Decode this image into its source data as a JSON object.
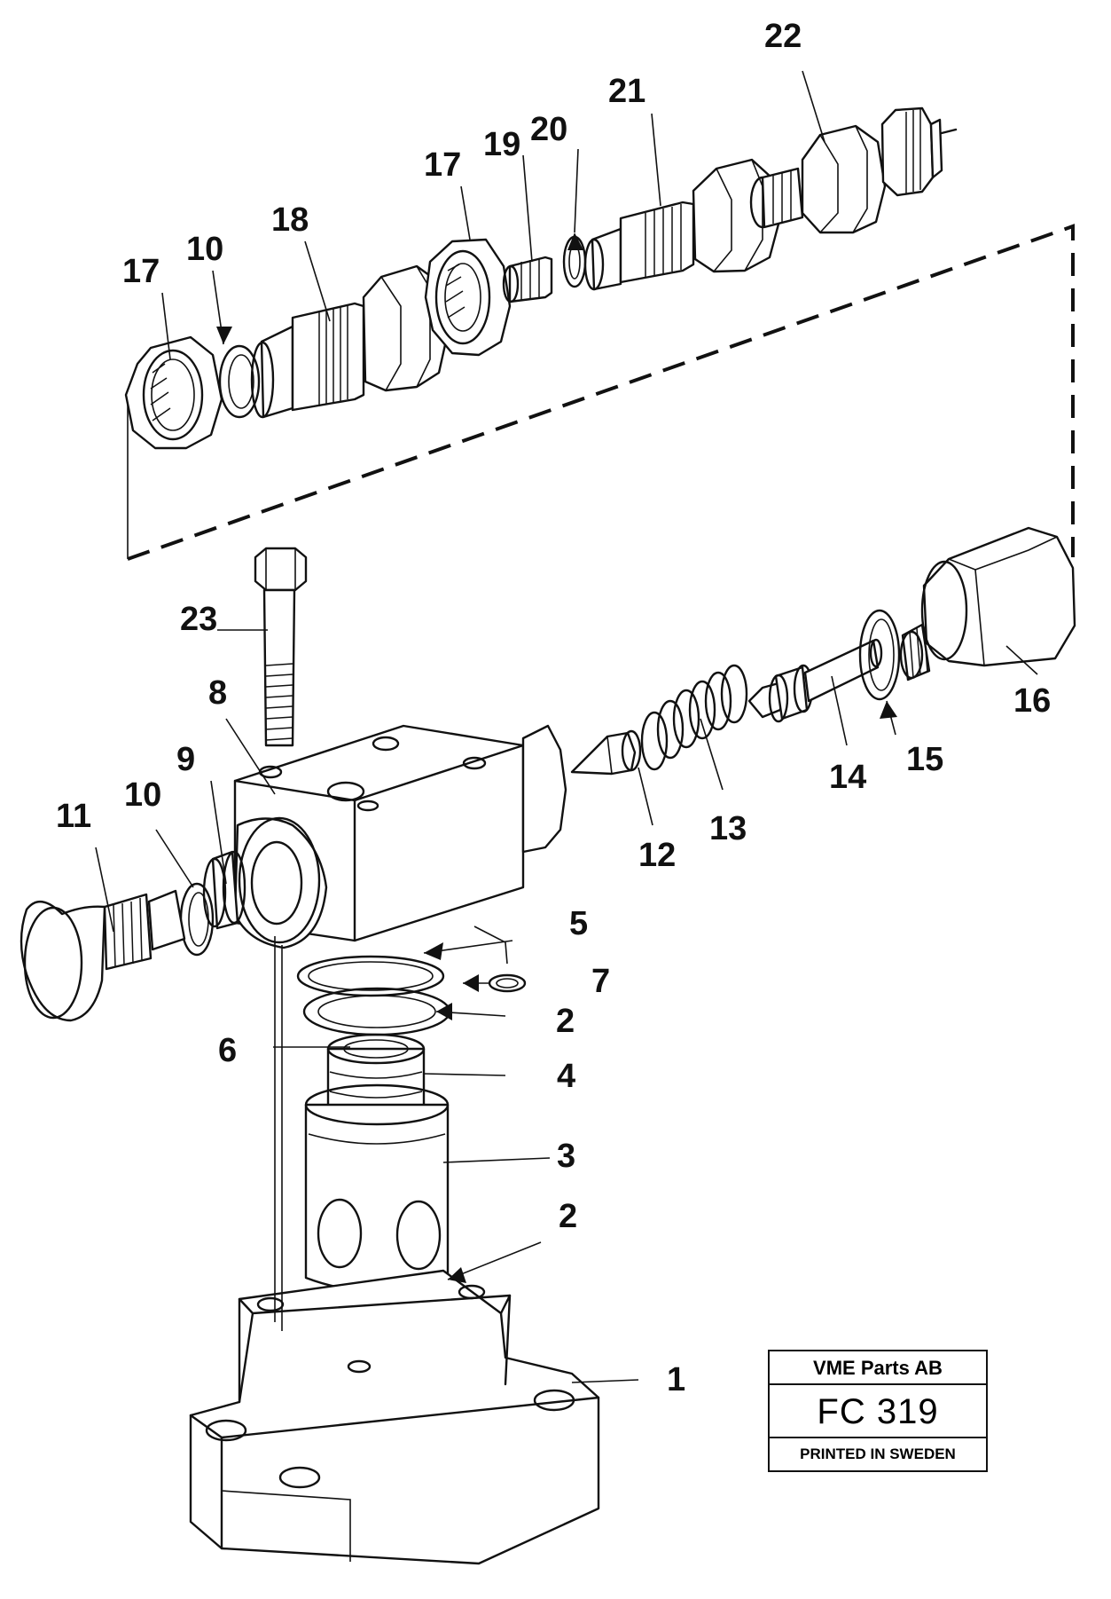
{
  "title_block": {
    "company": "VME Parts AB",
    "code": "FC 319",
    "footer": "PRINTED IN SWEDEN"
  },
  "callouts": {
    "c1": "1",
    "c2a": "2",
    "c2b": "2",
    "c3": "3",
    "c4": "4",
    "c5": "5",
    "c6": "6",
    "c7": "7",
    "c8": "8",
    "c9": "9",
    "c10a": "10",
    "c10b": "10",
    "c11": "11",
    "c12": "12",
    "c13": "13",
    "c14": "14",
    "c15": "15",
    "c16": "16",
    "c17a": "17",
    "c17b": "17",
    "c18": "18",
    "c19": "19",
    "c20": "20",
    "c21": "21",
    "c22": "22",
    "c23": "23"
  }
}
